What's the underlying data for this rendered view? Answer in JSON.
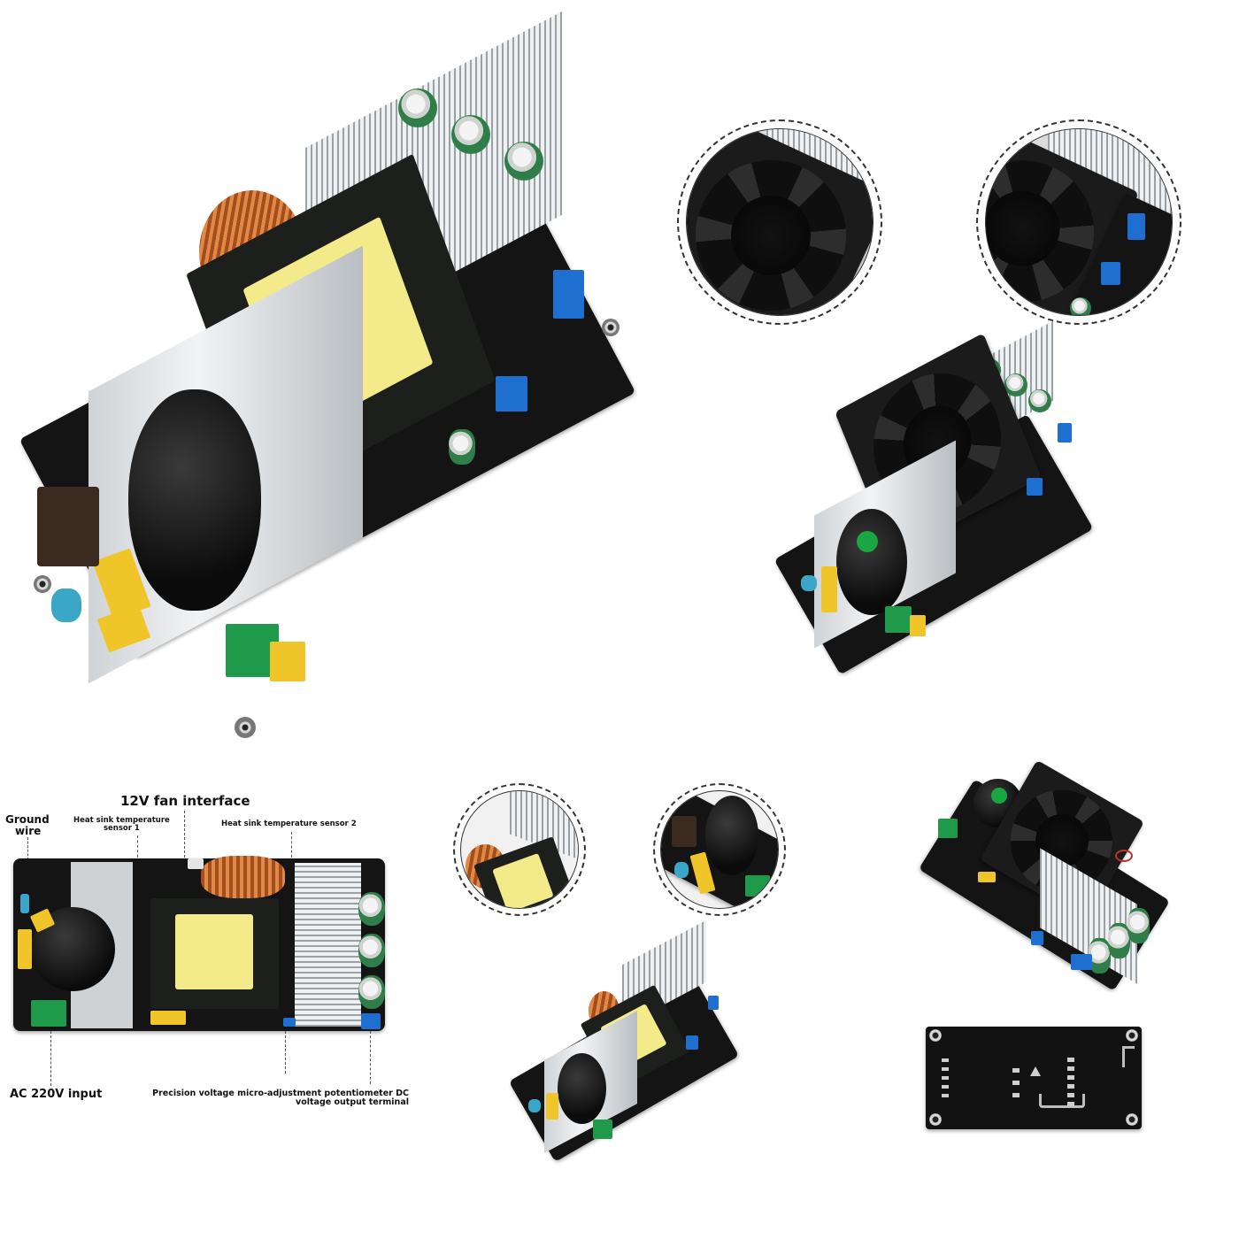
{
  "collage": {
    "background_color": "#ffffff",
    "product": "Switching power supply module (PCB)",
    "colors": {
      "pcb": "#141414",
      "heatsink": "#e3e6e8",
      "transformer_core": "#f3ea8a",
      "coil_copper": "#c06a30",
      "ac_terminal": "#1e9a4a",
      "dc_terminal": "#1f6fd0",
      "x_capacitor": "#f0c52a",
      "output_capacitor": "#2f7d49"
    }
  },
  "panels": {
    "main_board": {
      "view": "angled-top",
      "fan": false
    },
    "inset_top_1": {
      "subject": "fan-closeup"
    },
    "inset_top_2": {
      "subject": "fan-and-potentiometer-closeup"
    },
    "board_with_fan": {
      "view": "angled-top",
      "fan": true
    },
    "inset_bottom_1": {
      "subject": "transformer-and-coil-closeup"
    },
    "inset_bottom_2": {
      "subject": "ac-input-closeup"
    },
    "board_small": {
      "view": "angled-top",
      "fan": false
    },
    "board_with_fan_rotated": {
      "view": "angled-side",
      "fan": true
    },
    "board_back": {
      "view": "bottom"
    }
  },
  "diagram": {
    "labels": {
      "fan_interface": "12V fan interface",
      "ground_wire": "Ground\nwire",
      "sensor1_line1": "Heat sink temperature",
      "sensor1_line2": "sensor 1",
      "sensor2": "Heat sink temperature sensor 2",
      "ac_input": "AC 220V input",
      "potentiometer_line1": "Precision voltage micro-adjustment potentiometer DC",
      "potentiometer_line2": "voltage output terminal"
    }
  }
}
